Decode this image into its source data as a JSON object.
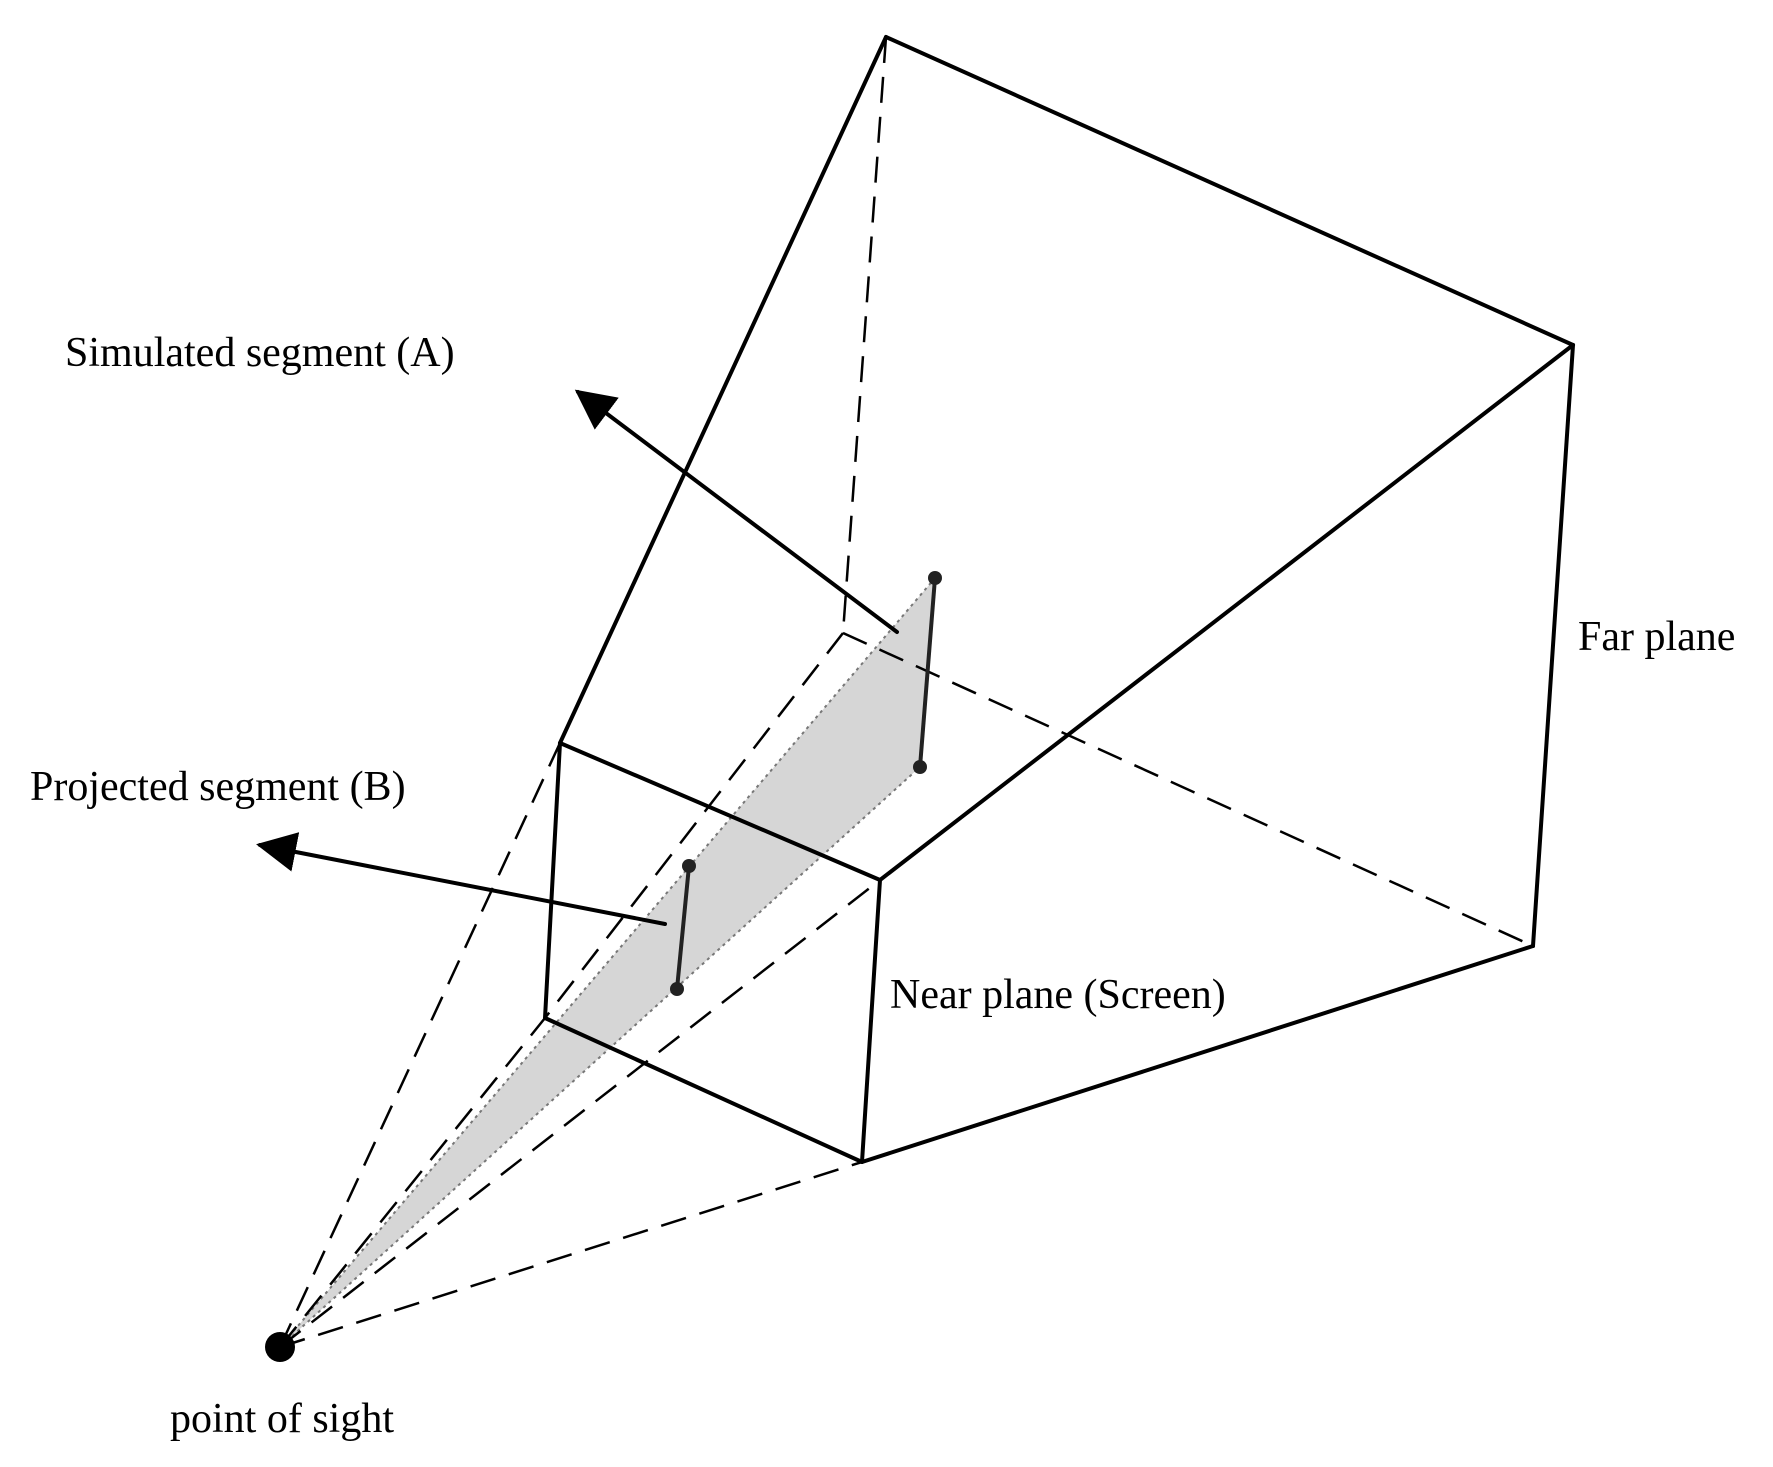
{
  "labels": {
    "simulated": "Simulated segment (A)",
    "projected": "Projected segment (B)",
    "far_plane": "Far plane",
    "near_plane": "Near plane (Screen)",
    "sight": "point of sight"
  },
  "colors": {
    "line": "#000000",
    "shade": "#d6d6d6"
  }
}
